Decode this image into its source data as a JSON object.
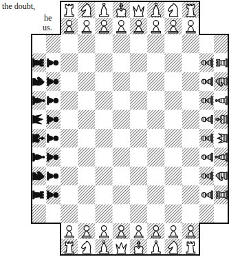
{
  "diagram": {
    "labels": [
      "the doubt,",
      "he",
      "us."
    ]
  }
}
